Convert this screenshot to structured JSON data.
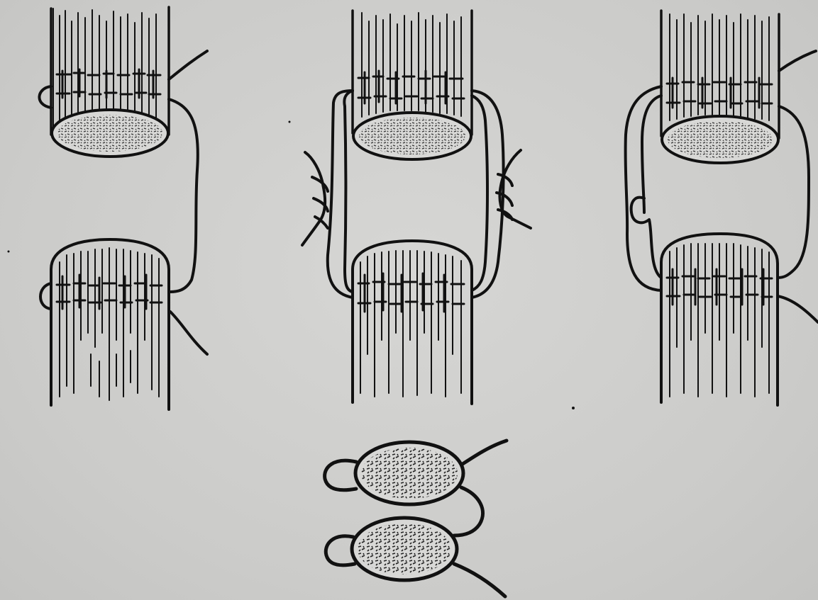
{
  "figure": {
    "panels": [
      {
        "id": "panel-1"
      },
      {
        "id": "panel-2"
      },
      {
        "id": "panel-3"
      },
      {
        "id": "panel-4"
      }
    ]
  },
  "colors": {
    "ink": "#111111",
    "paper": "#cfcfcd"
  }
}
